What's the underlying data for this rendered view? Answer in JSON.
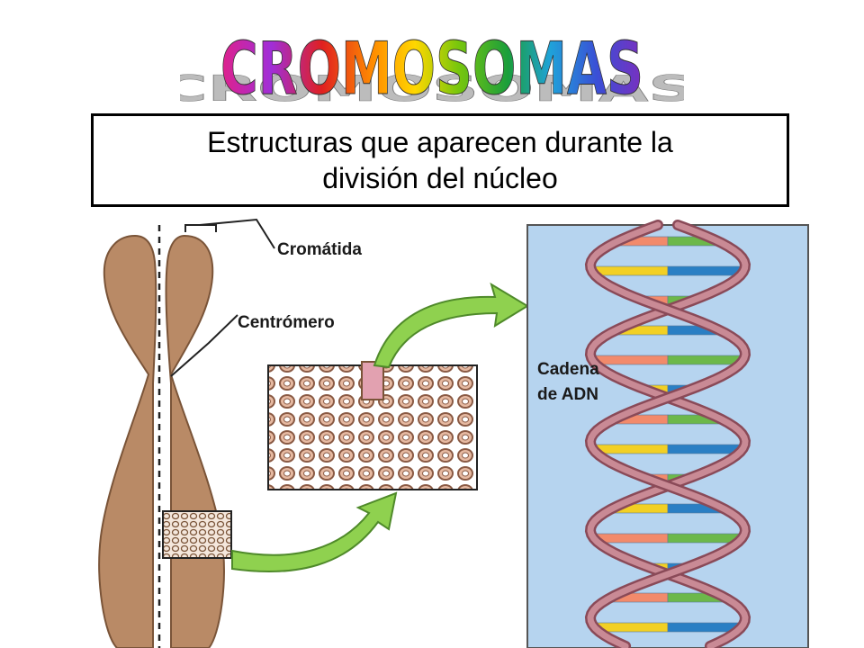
{
  "title": "CROMOSOMAS",
  "title_colors": [
    "#e0218a",
    "#9b30d9",
    "#e02020",
    "#ff8c00",
    "#ffd700",
    "#7ac70c",
    "#1a9e3c",
    "#1fa2d9",
    "#3a4fd6",
    "#7b2fbf"
  ],
  "subtitle": {
    "line1": "Estructuras que aparecen durante la",
    "line2": "división del núcleo"
  },
  "labels": {
    "chromatid": "Cromátida",
    "centromere": "Centrómero",
    "dna_line1": "Cadena",
    "dna_line2": "de ADN"
  },
  "colors": {
    "chromosome": "#b98a66",
    "chromosome_edge": "#7a5438",
    "chromatin": "#e6b9a1",
    "chromatin_edge": "#8a5a44",
    "arrow": "#8fd14f",
    "arrow_edge": "#4f8a2a",
    "dna_bg": "#b6d4ef",
    "backbone": "#b5707c",
    "base_colors": [
      "#f28a6b",
      "#6cb84a",
      "#f2d024",
      "#2a7fc4"
    ]
  }
}
